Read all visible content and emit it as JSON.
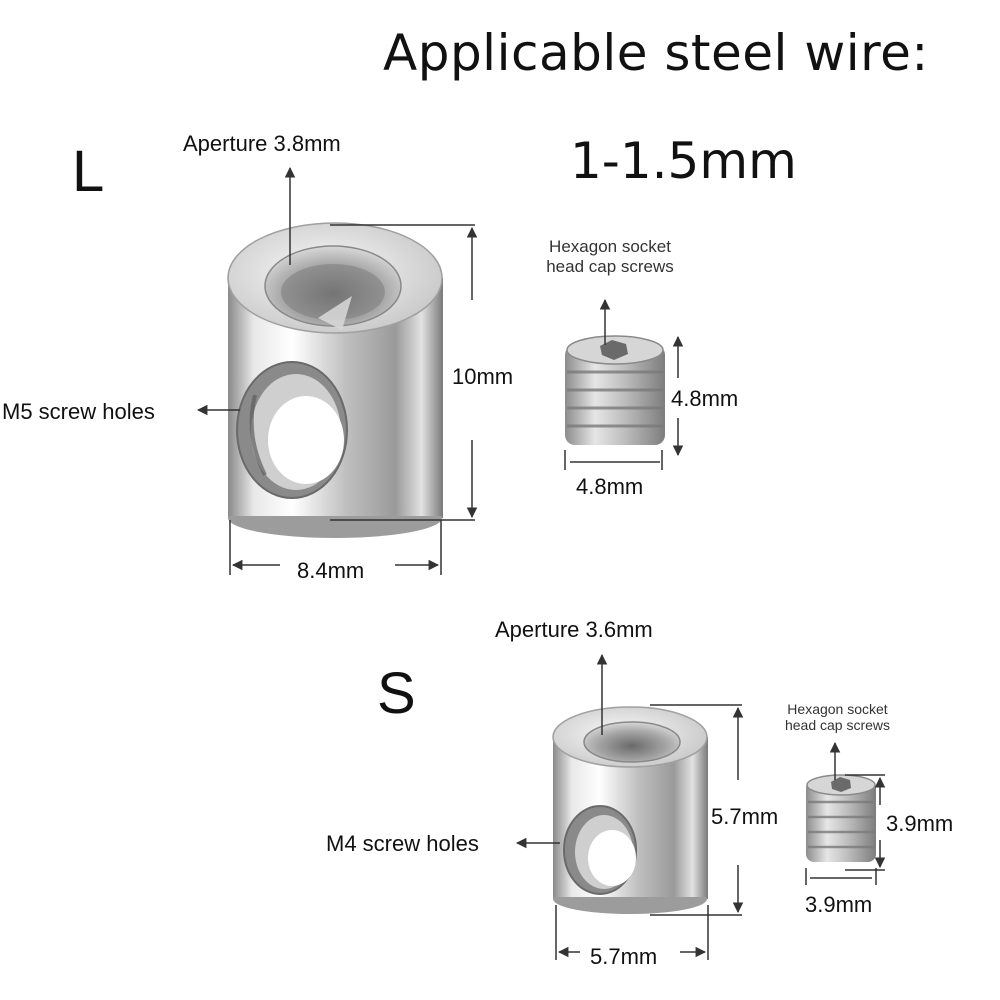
{
  "header": {
    "title": "Applicable steel wire:",
    "range": "1-1.5mm"
  },
  "large": {
    "size_letter": "L",
    "aperture": "Aperture 3.8mm",
    "screw_holes": "M5 screw holes",
    "height": "10mm",
    "width": "8.4mm",
    "screw_label_line1": "Hexagon socket",
    "screw_label_line2": "head cap screws",
    "screw_height": "4.8mm",
    "screw_width": "4.8mm"
  },
  "small": {
    "size_letter": "S",
    "aperture": "Aperture 3.6mm",
    "screw_holes": "M4 screw holes",
    "height": "5.7mm",
    "width": "5.7mm",
    "screw_label_line1": "Hexagon socket",
    "screw_label_line2": "head cap screws",
    "screw_height": "3.9mm",
    "screw_width": "3.9mm"
  },
  "colors": {
    "background": "#ffffff",
    "text": "#111111",
    "metal_light": "#f4f4f4",
    "metal_mid": "#bdbdbd",
    "metal_dark": "#6e6e6e"
  }
}
